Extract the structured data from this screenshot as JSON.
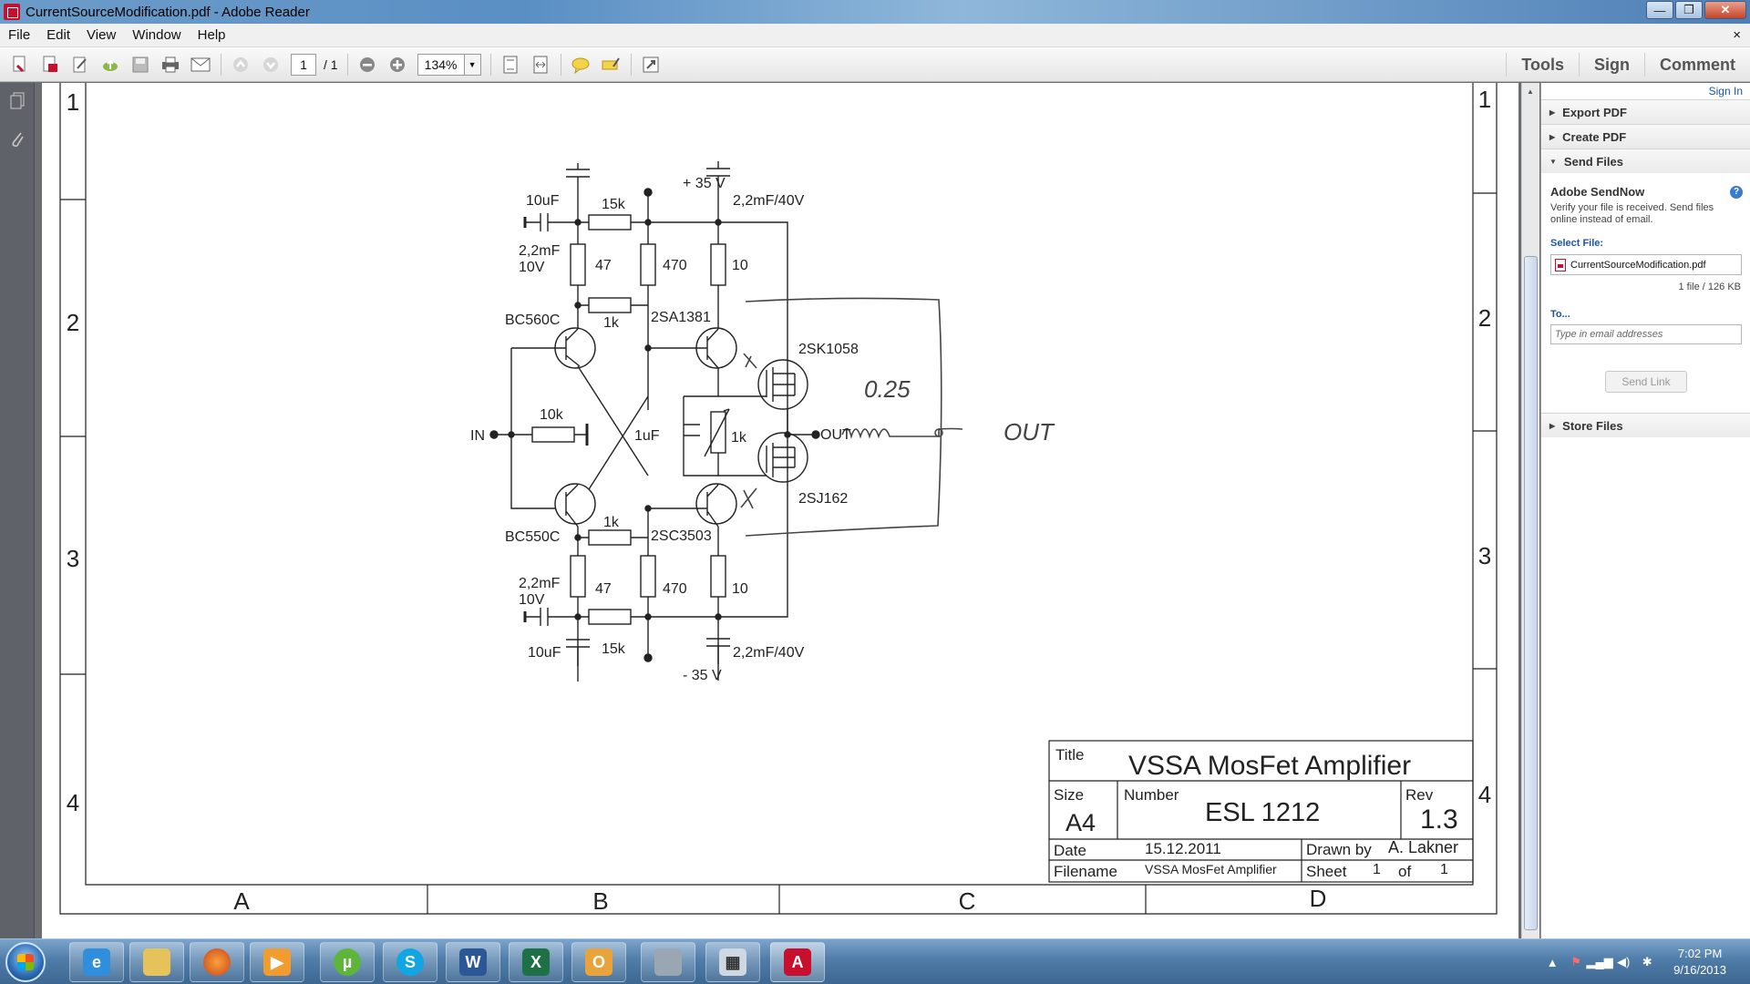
{
  "window": {
    "title": "CurrentSourceModification.pdf - Adobe Reader",
    "min": "—",
    "max": "❐",
    "close": "✕"
  },
  "menu": {
    "items": [
      "File",
      "Edit",
      "View",
      "Window",
      "Help"
    ],
    "doc_close": "×"
  },
  "toolbar": {
    "page_current": "1",
    "page_total": "/ 1",
    "zoom": "134%",
    "tabs": [
      "Tools",
      "Sign",
      "Comment"
    ]
  },
  "right_pane": {
    "sign_in": "Sign In",
    "export_pdf": "Export PDF",
    "create_pdf": "Create PDF",
    "send_files": "Send Files",
    "sendnow_title": "Adobe SendNow",
    "sendnow_desc": "Verify your file is received. Send files online instead of email.",
    "select_file_label": "Select File:",
    "file_name": "CurrentSourceModification.pdf",
    "file_size": "1 file / 126 KB",
    "to_label": "To...",
    "email_placeholder": "Type in email addresses",
    "send_link": "Send Link",
    "store_files": "Store Files"
  },
  "schematic": {
    "frame_columns": [
      "A",
      "B",
      "C",
      "D"
    ],
    "frame_rows_left": [
      "1",
      "2",
      "3",
      "4"
    ],
    "frame_rows_right": [
      "1",
      "2",
      "3",
      "4"
    ],
    "supply_pos": "+ 35 V",
    "supply_neg": "- 35 V",
    "labels": {
      "c_top_left": "10uF",
      "r_15k_top": "15k",
      "c_top_right": "2,2mF/40V",
      "c_22mf_top": "2,2mF",
      "v_10v_top": "10V",
      "r_47_top": "47",
      "r_470_top": "470",
      "r_10_top": "10",
      "q_bc560c": "BC560C",
      "r_1k_top": "1k",
      "q_2sa1381": "2SA1381",
      "q_2sk1058": "2SK1058",
      "r_10k": "10k",
      "in": "IN",
      "c_1uf": "1uF",
      "r_1k_pot": "1k",
      "out": "OUT",
      "q_2sj162": "2SJ162",
      "q_bc550c": "BC550C",
      "r_1k_bottom": "1k",
      "q_2sc3503": "2SC3503",
      "c_22mf_bottom": "2,2mF",
      "v_10v_bottom": "10V",
      "r_47_bottom": "47",
      "r_470_bottom": "470",
      "r_10_bottom": "10",
      "c_bottom_left": "10uF",
      "r_15k_bottom": "15k",
      "c_bottom_right": "2,2mF/40V",
      "hand_value": "0.25",
      "hand_out": "OUT"
    },
    "title_block": {
      "title_label": "Title",
      "title": "VSSA MosFet Amplifier",
      "size_label": "Size",
      "size": "A4",
      "number_label": "Number",
      "number": "ESL 1212",
      "rev_label": "Rev",
      "rev": "1.3",
      "date_label": "Date",
      "date": "15.12.2011",
      "drawn_label": "Drawn by",
      "drawn_by": "A. Lakner",
      "filename_label": "Filename",
      "filename": "VSSA MosFet Amplifier",
      "sheet_label": "Sheet",
      "sheet": "1",
      "of_label": "of",
      "of": "1"
    }
  },
  "taskbar": {
    "apps": [
      "Internet Explorer",
      "Windows Explorer",
      "Firefox",
      "Media Player",
      "uTorrent",
      "Skype",
      "Word",
      "Excel",
      "Outlook",
      "Network",
      "Calculator",
      "Adobe Reader"
    ],
    "time": "7:02 PM",
    "date": "9/16/2013"
  }
}
